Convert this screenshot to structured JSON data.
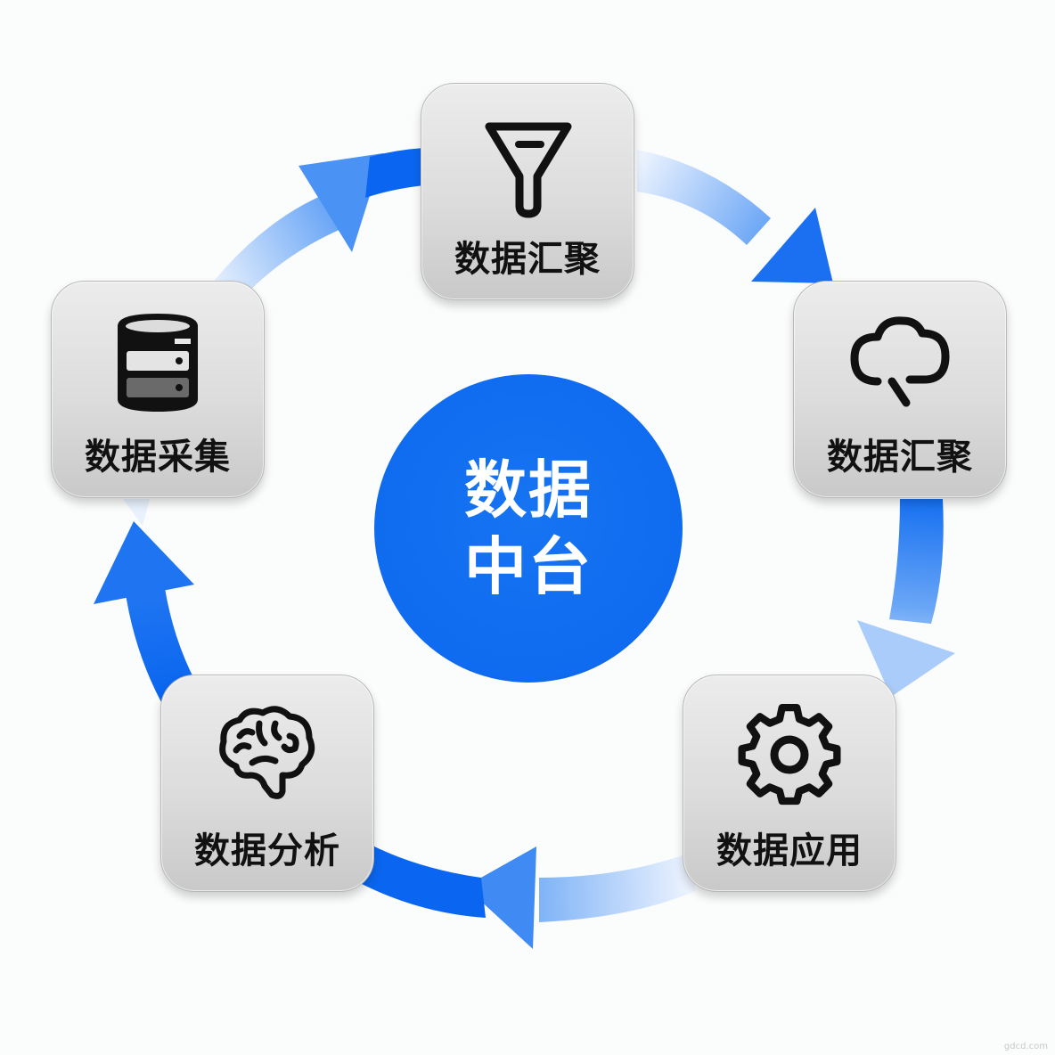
{
  "hub": {
    "line1": "数据",
    "line2": "中台",
    "color": "#0f6bef"
  },
  "nodes": [
    {
      "id": "top",
      "label": "数据汇聚",
      "icon": "funnel-icon"
    },
    {
      "id": "right",
      "label": "数据汇聚",
      "icon": "cloud-icon"
    },
    {
      "id": "bottom-right",
      "label": "数据应用",
      "icon": "gear-icon"
    },
    {
      "id": "bottom-left",
      "label": "数据分析",
      "icon": "brain-icon"
    },
    {
      "id": "left",
      "label": "数据采集",
      "icon": "database-icon"
    }
  ],
  "flow": {
    "direction": "clockwise",
    "arrow_color": "#0a66f0",
    "arrow_fade_color": "#e6f0fd"
  },
  "watermark": "gdcd.com"
}
